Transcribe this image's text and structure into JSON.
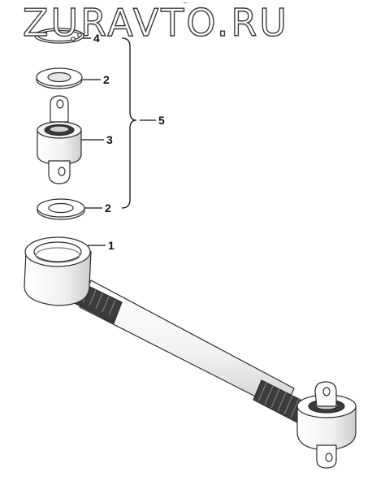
{
  "watermark": {
    "text": "ZURAVTO.RU",
    "tiny_mark": "~"
  },
  "callouts": [
    {
      "key": "c4",
      "label": "4"
    },
    {
      "key": "c2a",
      "label": "2"
    },
    {
      "key": "c3",
      "label": "3"
    },
    {
      "key": "c5",
      "label": "5"
    },
    {
      "key": "c2b",
      "label": "2"
    },
    {
      "key": "c1",
      "label": "1"
    }
  ],
  "colors": {
    "line": "#2b2b2b",
    "fill": "#f7f7f7",
    "shade": "#d9d9d9",
    "dark": "#3c3c3c",
    "background": "#ffffff"
  }
}
